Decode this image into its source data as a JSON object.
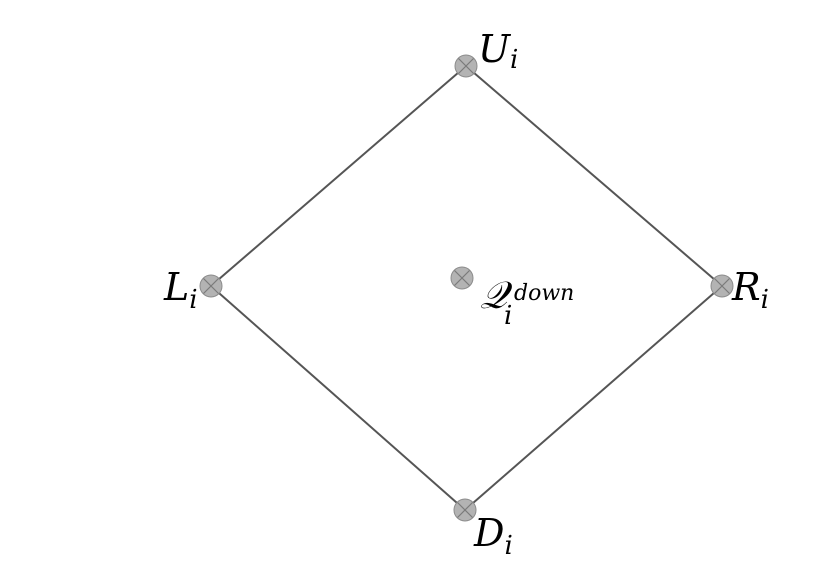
{
  "nodes": {
    "U": {
      "base": "U",
      "sub": "i"
    },
    "L": {
      "base": "L",
      "sub": "i"
    },
    "R": {
      "base": "R",
      "sub": "i"
    },
    "D": {
      "base": "D",
      "sub": "i"
    },
    "Q": {
      "base": "𝒬",
      "sub": "i",
      "sup": "down"
    }
  },
  "colors": {
    "edge": "#555555",
    "node_fill": "#b3b3b3",
    "node_stroke": "#8c8c8c"
  }
}
